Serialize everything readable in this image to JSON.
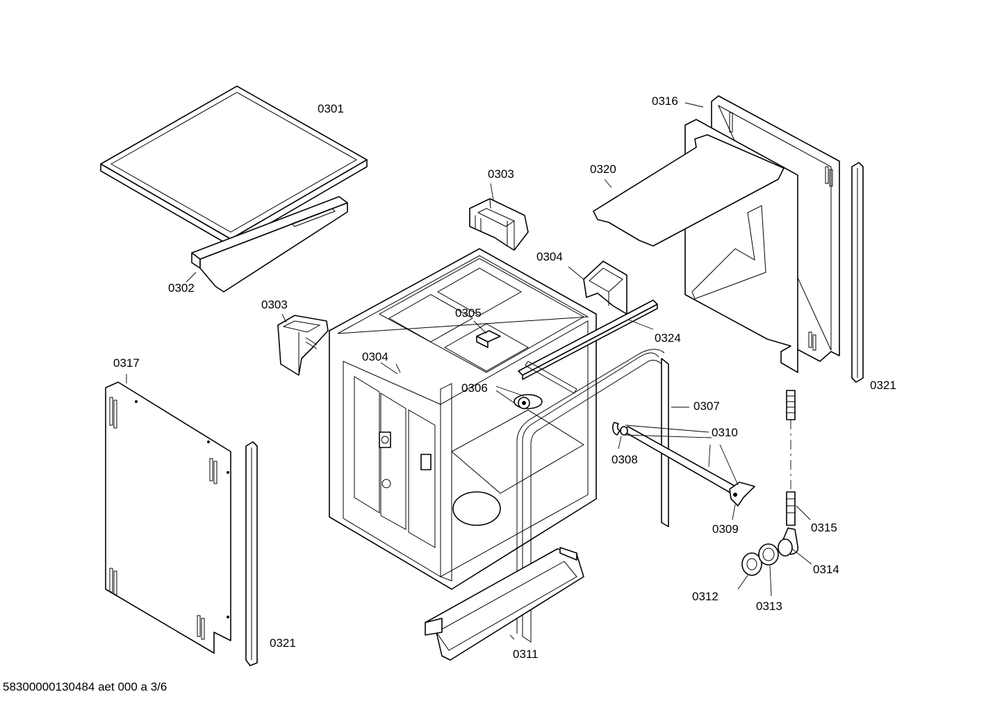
{
  "labels": {
    "p0301": "0301",
    "p0302": "0302",
    "p0303a": "0303",
    "p0303b": "0303",
    "p0304a": "0304",
    "p0304b": "0304",
    "p0305": "0305",
    "p0306": "0306",
    "p0307": "0307",
    "p0308": "0308",
    "p0309": "0309",
    "p0310": "0310",
    "p0311": "0311",
    "p0312": "0312",
    "p0313": "0313",
    "p0314": "0314",
    "p0315": "0315",
    "p0316": "0316",
    "p0317": "0317",
    "p0320": "0320",
    "p0321a": "0321",
    "p0321b": "0321",
    "p0324": "0324"
  },
  "footer": "58300000130484 aet 000 a 3/6"
}
